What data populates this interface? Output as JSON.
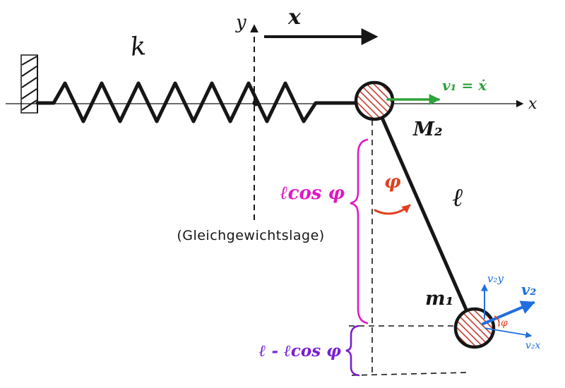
{
  "diagram": {
    "kind": "hand-drawn physics diagram: spring (k) + sliding mass with pendulum",
    "equilibrium_caption": "(Gleichgewichtslage)"
  },
  "labels": {
    "spring": "k",
    "y_axis": "y",
    "x_axis_top": "x",
    "x_axis_right": "x",
    "mass_top": "M₂",
    "mass_bottom": "m₁",
    "v1": "v₁ = ẋ",
    "rod": "ℓ",
    "phi": "φ",
    "phi_small": "φ",
    "lcos": "ℓcos φ",
    "l_minus_lcos": "ℓ - ℓcos φ",
    "v2": "v₂",
    "v2y": "v₂y",
    "v2x": "v₂x"
  },
  "colors": {
    "ink": "#161616",
    "green": "#2fa33c",
    "magenta": "#e01ac4",
    "purple": "#7a1fd0",
    "red": "#e0401e",
    "blue": "#1f6fe0",
    "hatch": "#c0392b"
  }
}
